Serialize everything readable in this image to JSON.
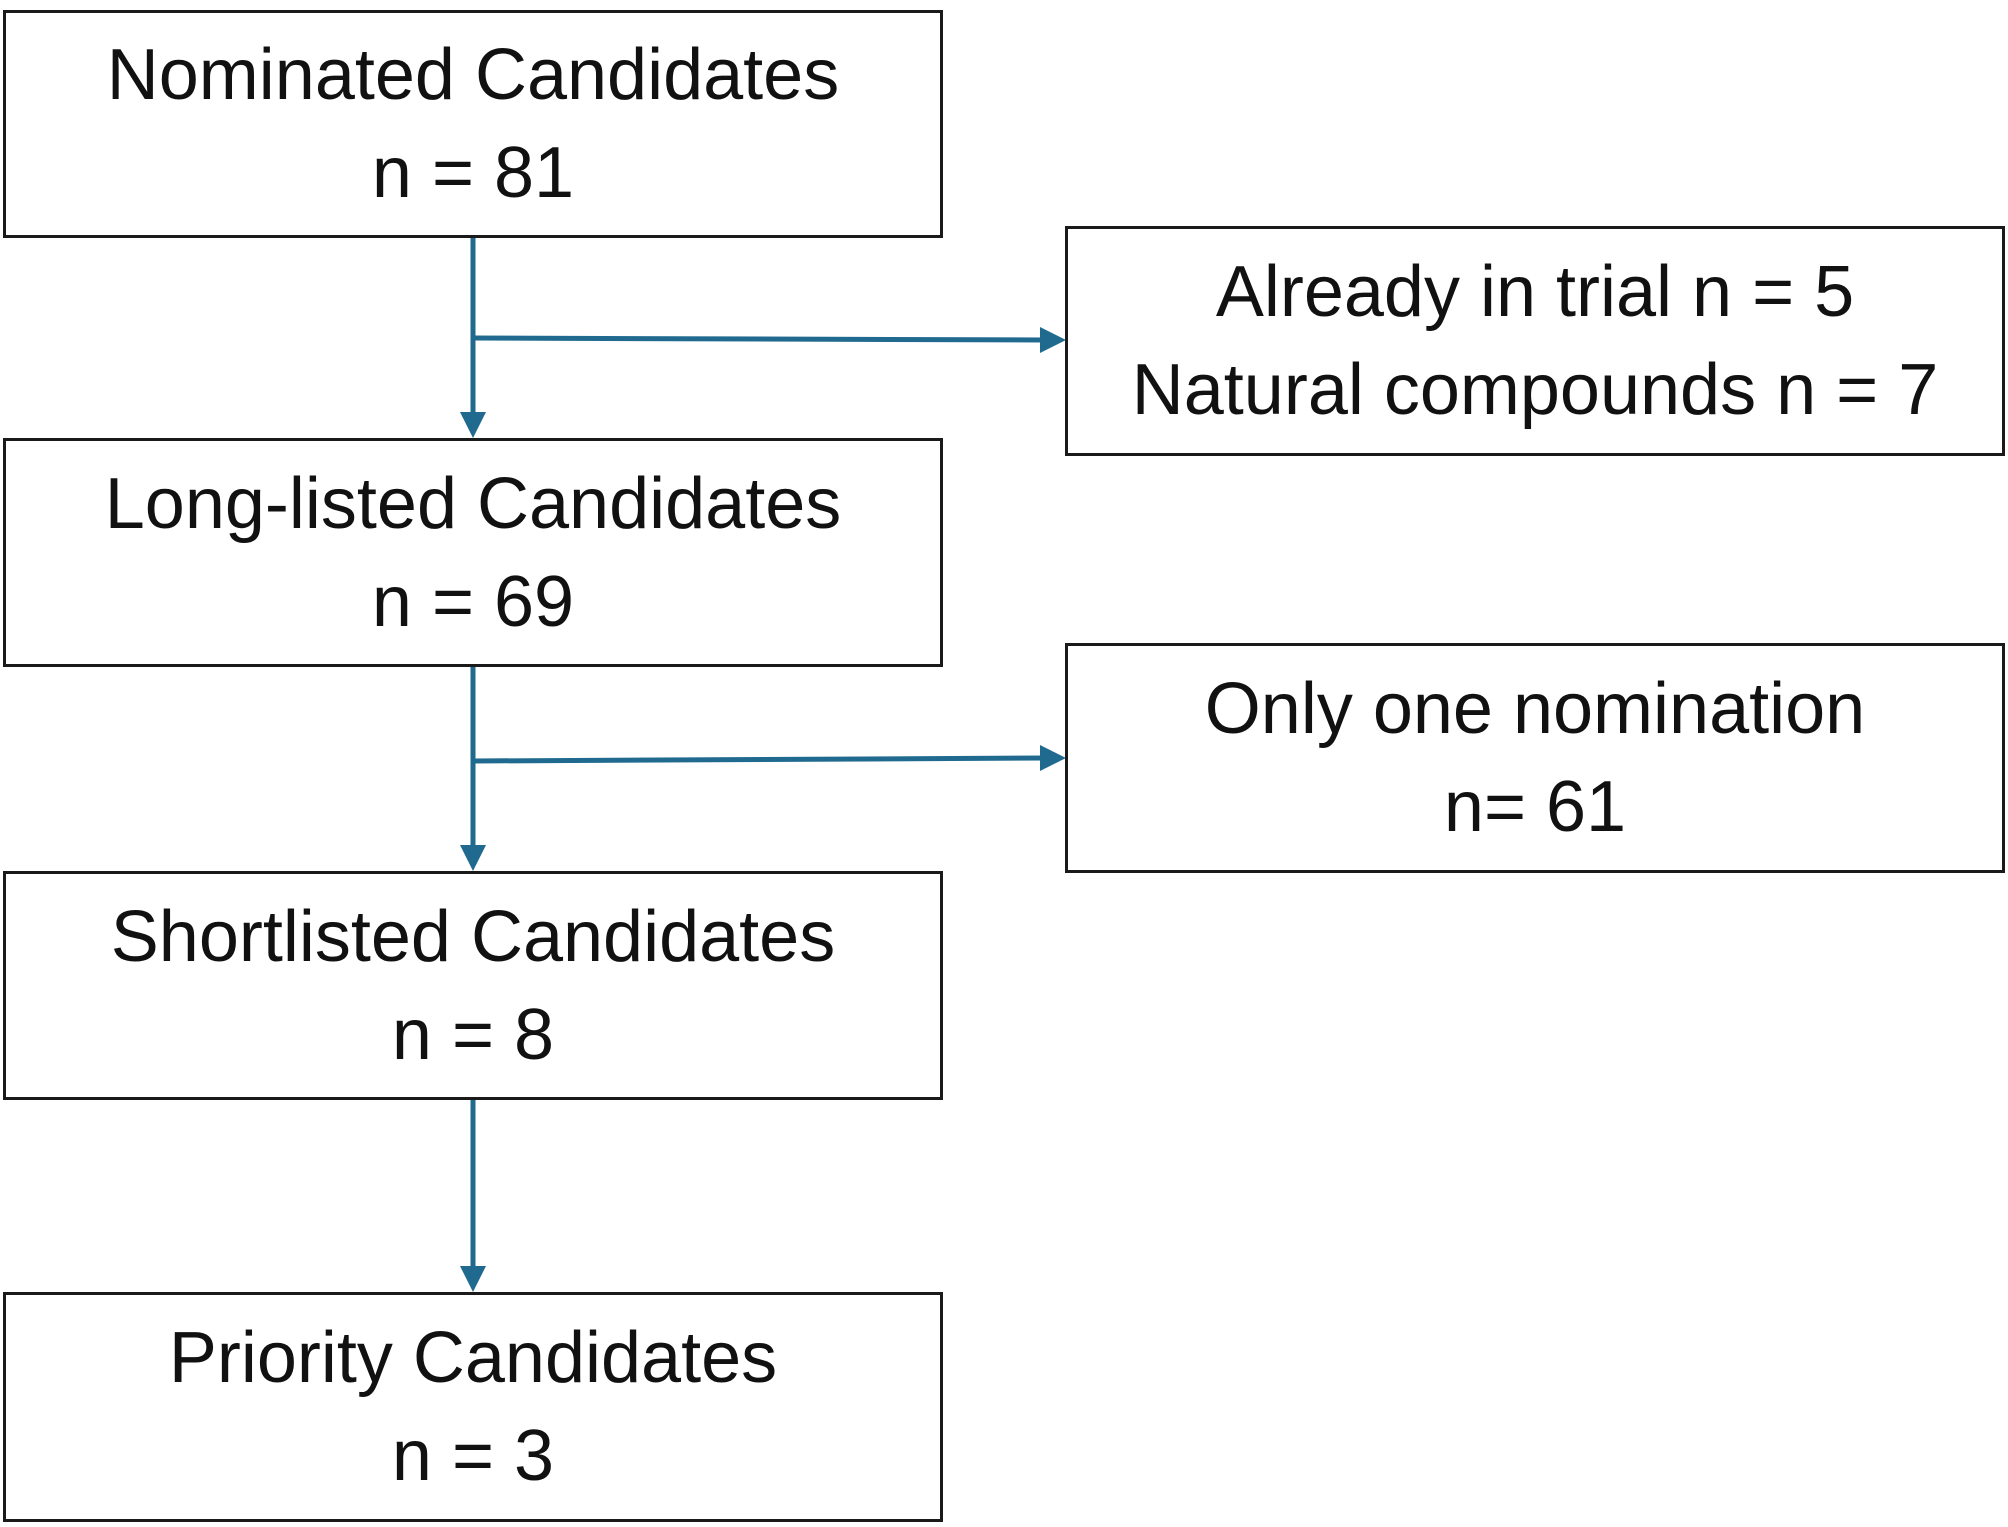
{
  "colors": {
    "arrow": "#1f6a8e",
    "border": "#1a1a1a",
    "text": "#111111",
    "background": "#ffffff"
  },
  "nodes": {
    "nominated": {
      "label": "Nominated Candidates",
      "count": "n = 81"
    },
    "long_listed": {
      "label": "Long-listed Candidates",
      "count": "n = 69"
    },
    "shortlisted": {
      "label": "Shortlisted Candidates",
      "count": "n = 8"
    },
    "priority": {
      "label": "Priority Candidates",
      "count": "n = 3"
    }
  },
  "exclusions": {
    "first": {
      "line1": "Already in trial n = 5",
      "line2": "Natural compounds n = 7"
    },
    "second": {
      "line1": "Only one nomination",
      "line2": "n= 61"
    }
  },
  "edges": [
    {
      "from": "nominated",
      "to": "long_listed",
      "branch": "first"
    },
    {
      "from": "long_listed",
      "to": "shortlisted",
      "branch": "second"
    },
    {
      "from": "shortlisted",
      "to": "priority"
    }
  ]
}
